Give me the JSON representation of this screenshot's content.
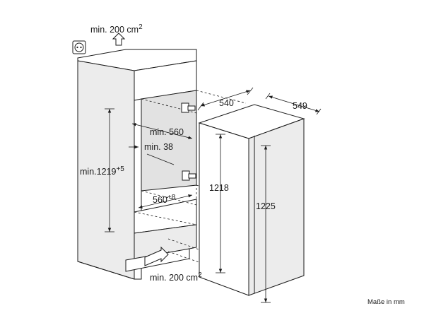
{
  "labels": {
    "top_vent": "min. 200 cm",
    "top_vent_sup": "2",
    "bottom_vent": "min. 200 cm",
    "bottom_vent_sup": "2",
    "niche_depth": "min. 560",
    "gap": "min. 38",
    "niche_height": "min.1219",
    "niche_height_tol": "+5",
    "niche_width": "560",
    "niche_width_tol": "+8",
    "appliance_width": "540",
    "appliance_depth": "549",
    "appliance_height": "1218",
    "door_height": "1225",
    "units_note": "Maße in mm"
  },
  "icons": {
    "socket": "power-socket-icon",
    "vent_arrow_up": "arrow-up-icon",
    "vent_arrow_in": "arrow-in-icon"
  }
}
